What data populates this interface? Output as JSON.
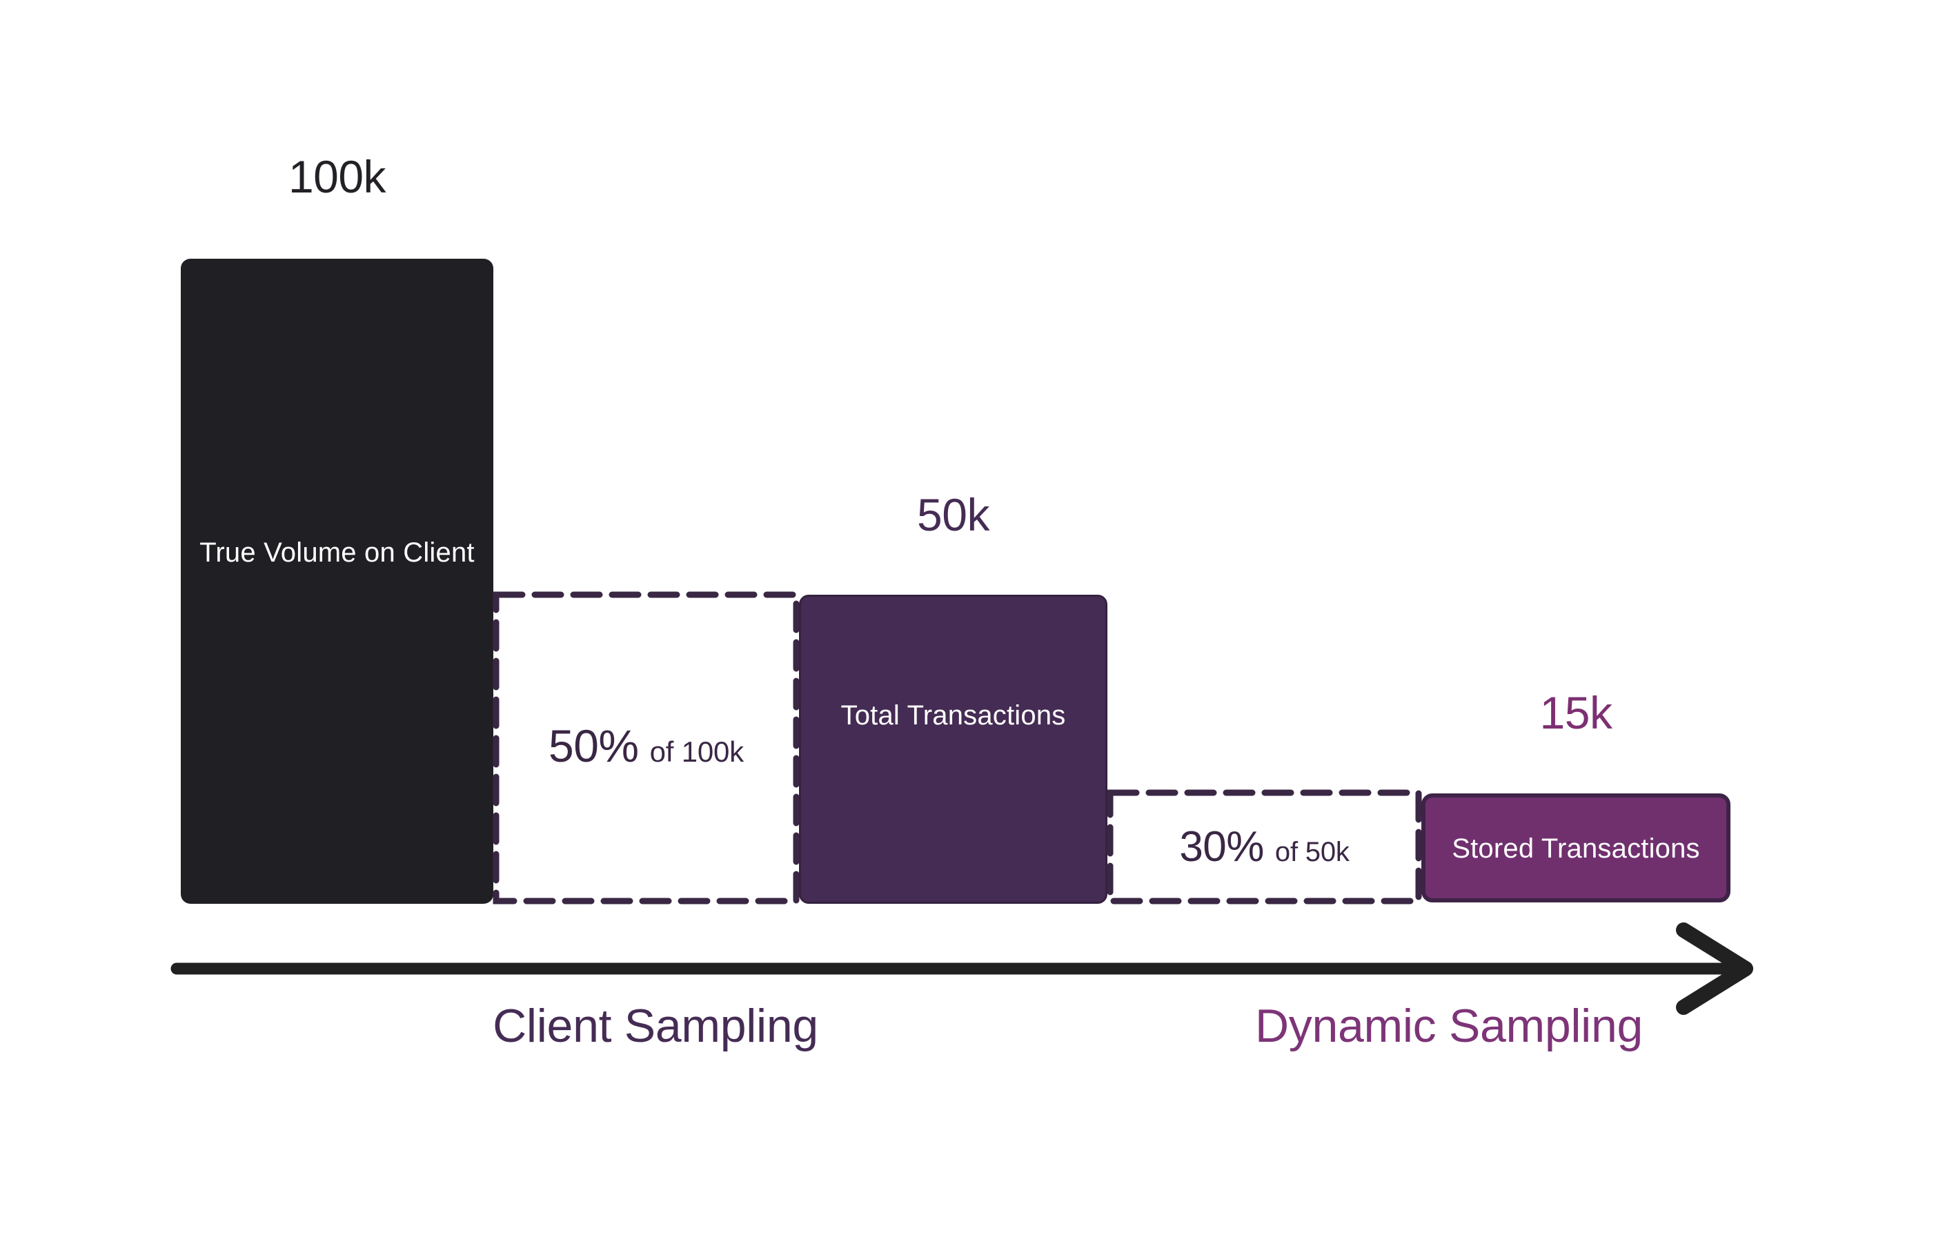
{
  "chart_data": {
    "type": "bar",
    "title": "",
    "subtitle": "",
    "xlabel": "",
    "ylabel": "",
    "categories": [
      "True Volume on Client",
      "Total Transactions",
      "Stored Transactions"
    ],
    "values": [
      100000,
      50000,
      15000
    ],
    "value_labels": [
      "100k",
      "50k",
      "15k"
    ],
    "ylim": [
      0,
      100000
    ],
    "grid": false,
    "legend": "none",
    "stages": [
      {
        "name": "Client Sampling",
        "rate_pct": 50,
        "rate_label": "50%",
        "of_label": "of 100k",
        "from_value": 100000,
        "to_value": 50000
      },
      {
        "name": "Dynamic Sampling",
        "rate_pct": 30,
        "rate_label": "30%",
        "of_label": "of 50k",
        "from_value": 50000,
        "to_value": 15000
      }
    ],
    "annotations": [
      "100k True Volume on Client",
      "50% of 100k",
      "50k Total Transactions",
      "30% of 50k",
      "15k Stored Transactions"
    ]
  },
  "bars": {
    "true_volume": {
      "value_label": "100k",
      "name": "True Volume on Client",
      "fill": "#201F23",
      "text_color": "#FFFFFF"
    },
    "total_transactions": {
      "value_label": "50k",
      "name": "Total Transactions",
      "fill": "#452C54",
      "text_color": "#FFFFFF"
    },
    "stored_transactions": {
      "value_label": "15k",
      "name": "Stored Transactions",
      "fill": "#70306E",
      "text_color": "#FFFFFF"
    }
  },
  "reductions": {
    "client": {
      "percent": "50%",
      "of": "of 100k",
      "border_color": "#3A2744"
    },
    "dynamic": {
      "percent": "30%",
      "of": "of 50k",
      "border_color": "#3A2744"
    }
  },
  "stage_labels": {
    "client": "Client Sampling",
    "dynamic": "Dynamic Sampling"
  },
  "axis": {
    "arrow_icon": "right-arrow-icon",
    "color": "#212121"
  },
  "colors": {
    "background": "#FFFFFF",
    "dark": "#201F23",
    "deep_purple": "#452C54",
    "mid_purple": "#70306E",
    "bright_purple": "#7D3478",
    "dashed_border": "#3A2744"
  }
}
